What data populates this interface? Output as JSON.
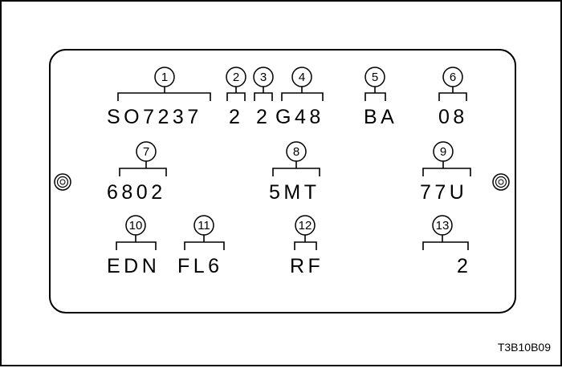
{
  "figure_id": "T3B10B09",
  "fields": [
    {
      "number": "1",
      "code": "SO7237"
    },
    {
      "number": "2",
      "code": "2"
    },
    {
      "number": "3",
      "code": "2"
    },
    {
      "number": "4",
      "code": "G48"
    },
    {
      "number": "5",
      "code": "BA"
    },
    {
      "number": "6",
      "code": "08"
    },
    {
      "number": "7",
      "code": "6802"
    },
    {
      "number": "8",
      "code": "5MT"
    },
    {
      "number": "9",
      "code": "77U"
    },
    {
      "number": "10",
      "code": "EDN"
    },
    {
      "number": "11",
      "code": "FL6"
    },
    {
      "number": "12",
      "code": "RF"
    },
    {
      "number": "13",
      "code": "2"
    }
  ]
}
